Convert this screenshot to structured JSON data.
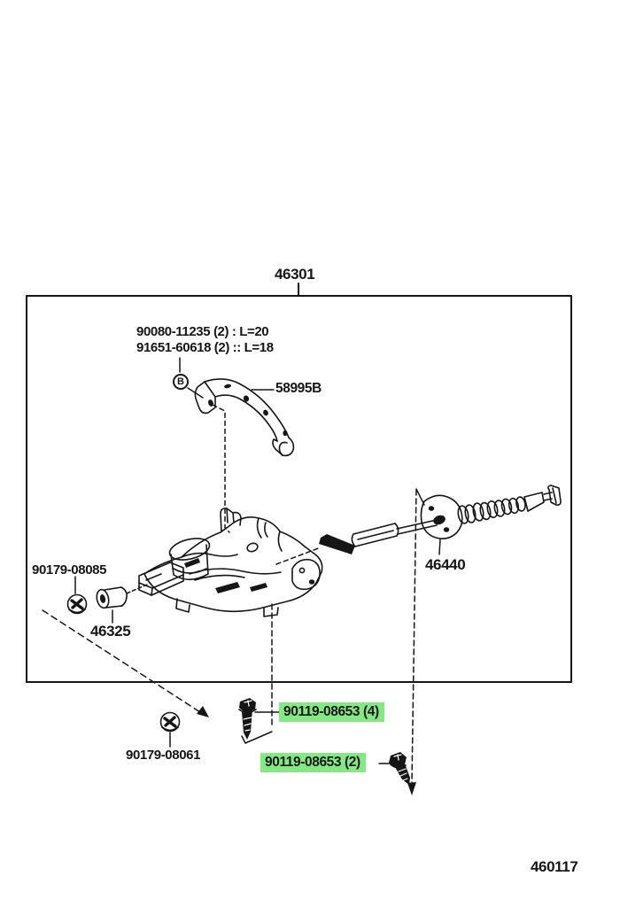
{
  "colors": {
    "ink": "#161616",
    "paper": "#ffffff",
    "highlight": "#84E884"
  },
  "header": {
    "assembly_number": "46301"
  },
  "footer": {
    "figure_code": "460117"
  },
  "parts": {
    "bolt_spec_line1": "90080-11235 (2) : L=20",
    "bolt_spec_line2": "91651-60618 (2) :: L=18",
    "bolt_symbol": "B",
    "bracket": "58995B",
    "front_nut": "90179-08085",
    "bushing": "46325",
    "cable": "46440",
    "rear_nut": "90179-08061",
    "screw_set_4": "90119-08653 (4)",
    "screw_set_2": "90119-08653 (2)"
  }
}
